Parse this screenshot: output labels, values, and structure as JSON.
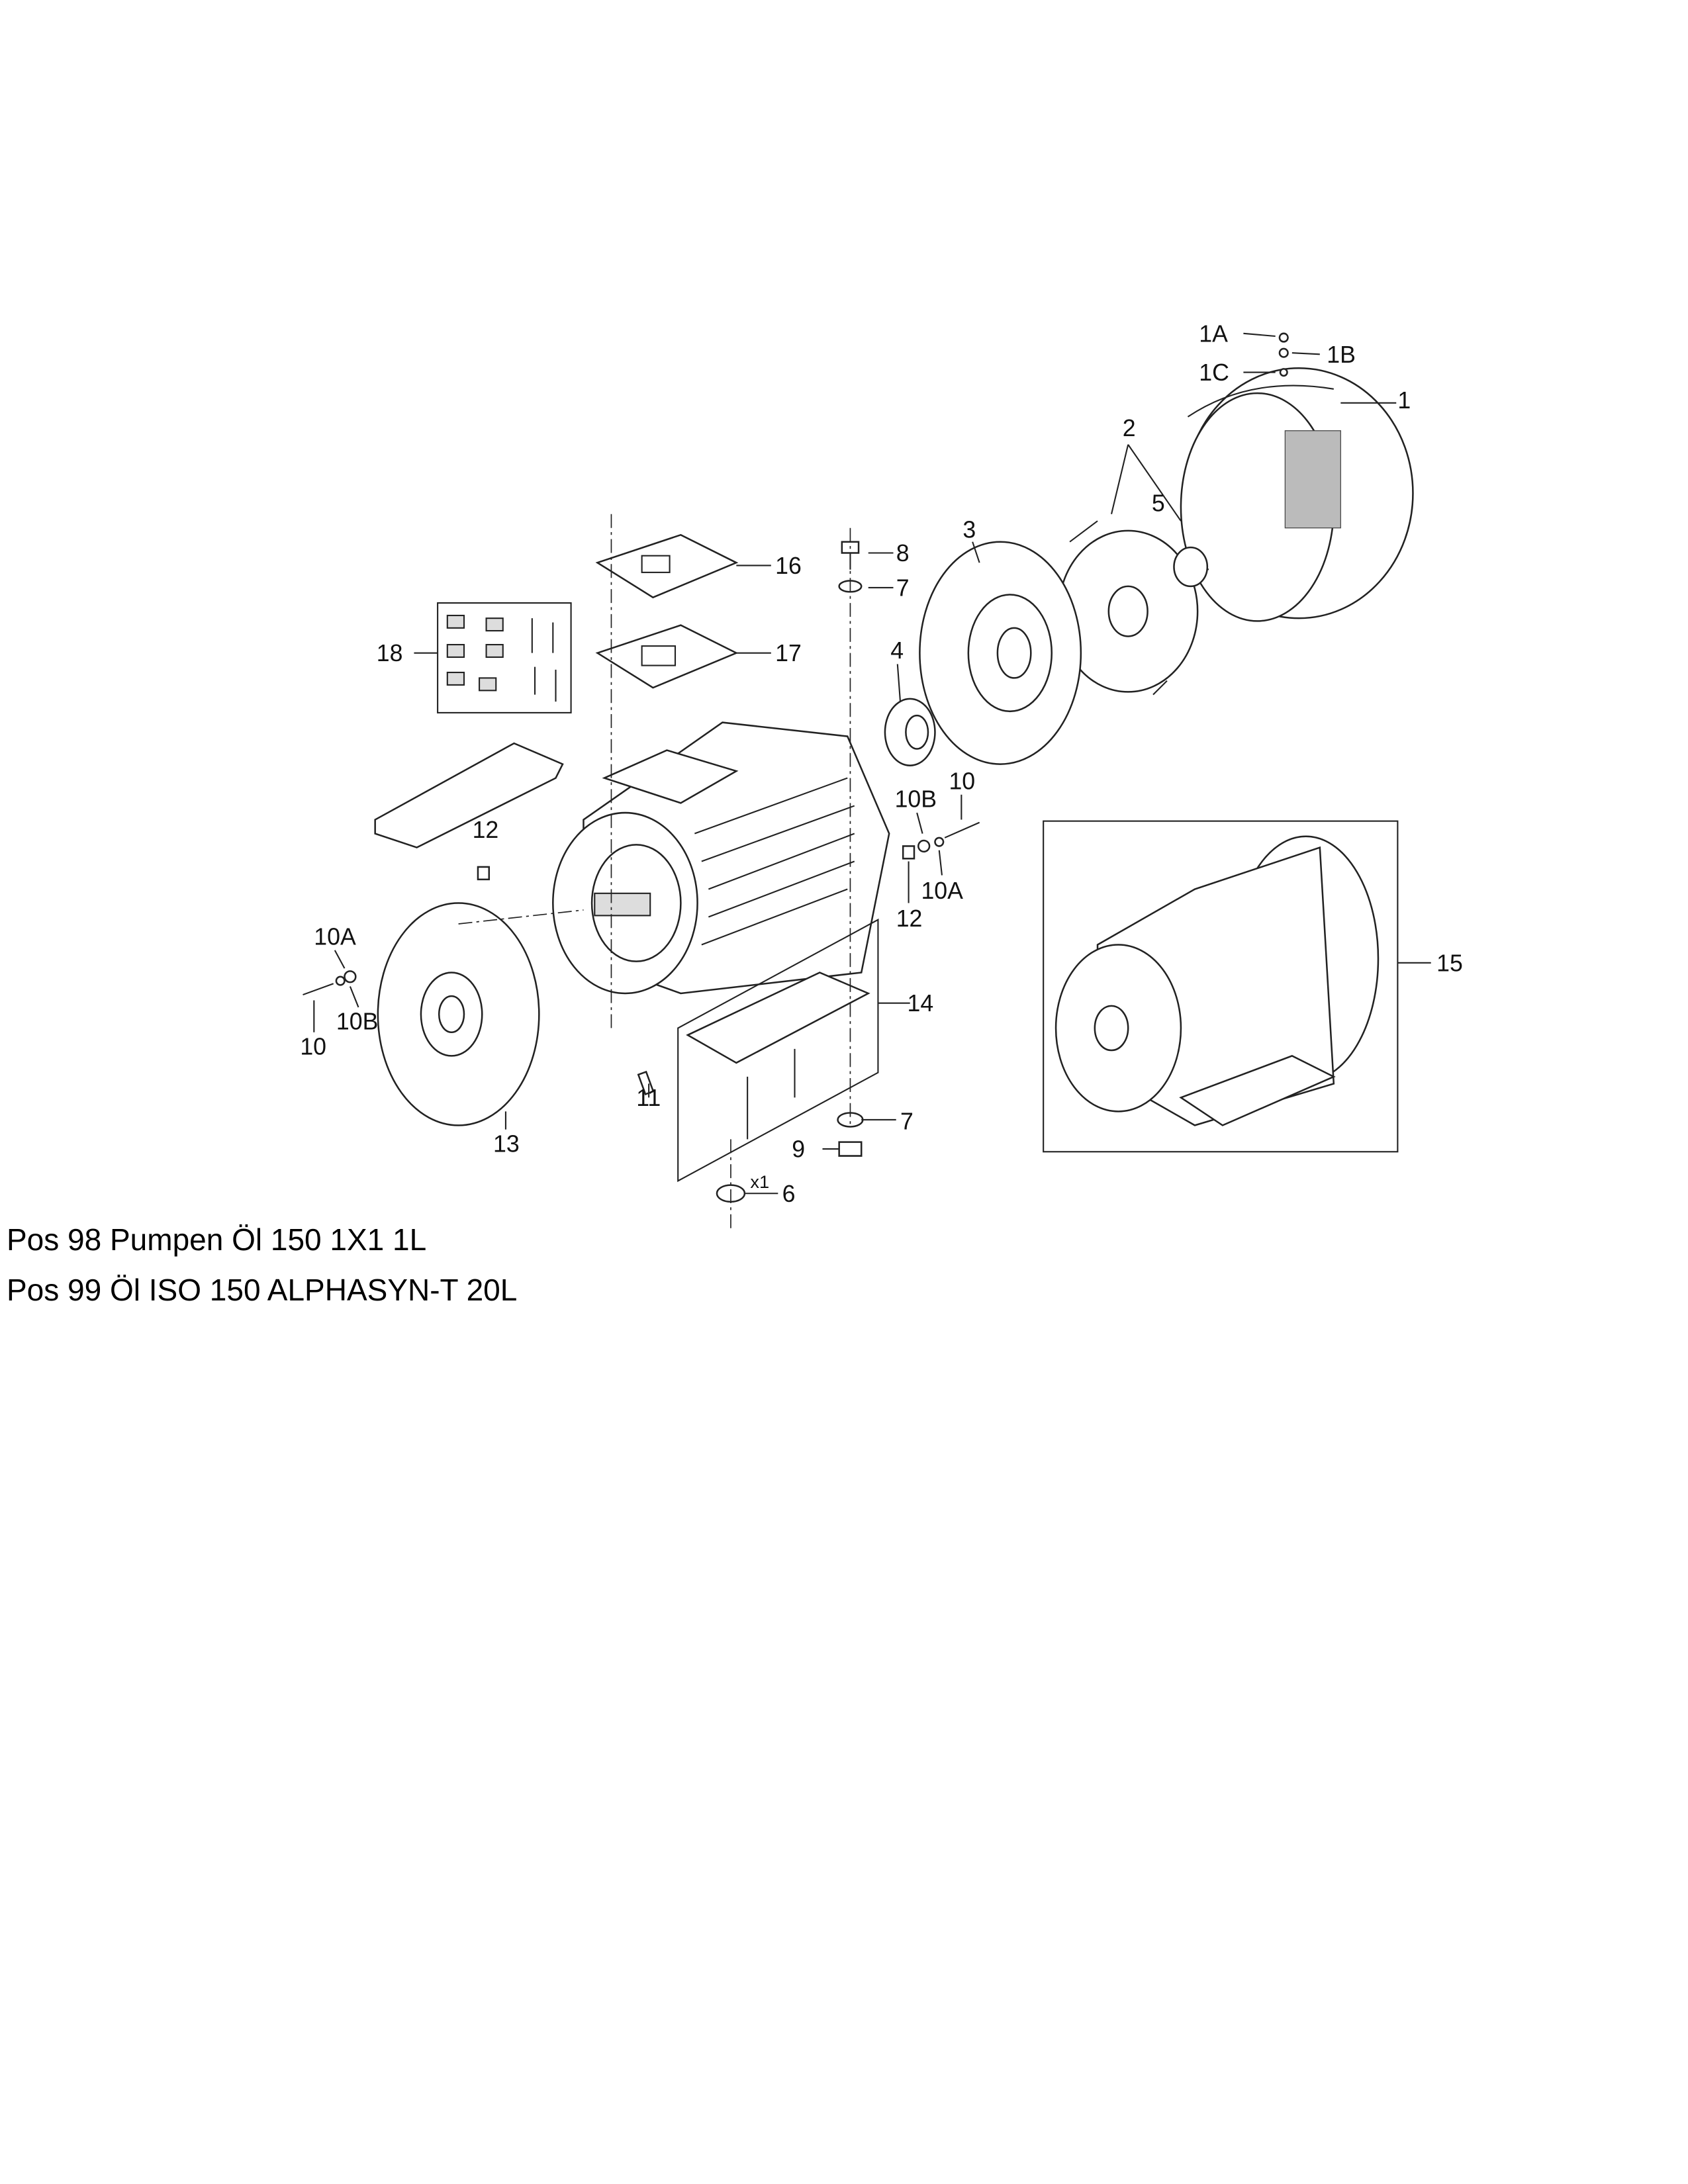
{
  "diagram": {
    "callouts": {
      "c1A": "1A",
      "c1B": "1B",
      "c1C": "1C",
      "c1": "1",
      "c2": "2",
      "c5": "5",
      "c3": "3",
      "c8": "8",
      "c7a": "7",
      "c16": "16",
      "c18": "18",
      "c17": "17",
      "c4": "4",
      "c10a": "10",
      "c10Ba": "10B",
      "c12a": "12",
      "c10Aa": "10A",
      "c12b": "12",
      "c15": "15",
      "c10Ab": "10A",
      "c10Bb": "10B",
      "c10b": "10",
      "c14": "14",
      "c11": "11",
      "c7b": "7",
      "c9": "9",
      "cx1": "x1",
      "c6": "6",
      "c13": "13"
    }
  },
  "notes": [
    "Pos 98 Pumpen Öl 150 1X1 1L",
    "Pos 99 Öl ISO 150 ALPHASYN-T 20L"
  ]
}
